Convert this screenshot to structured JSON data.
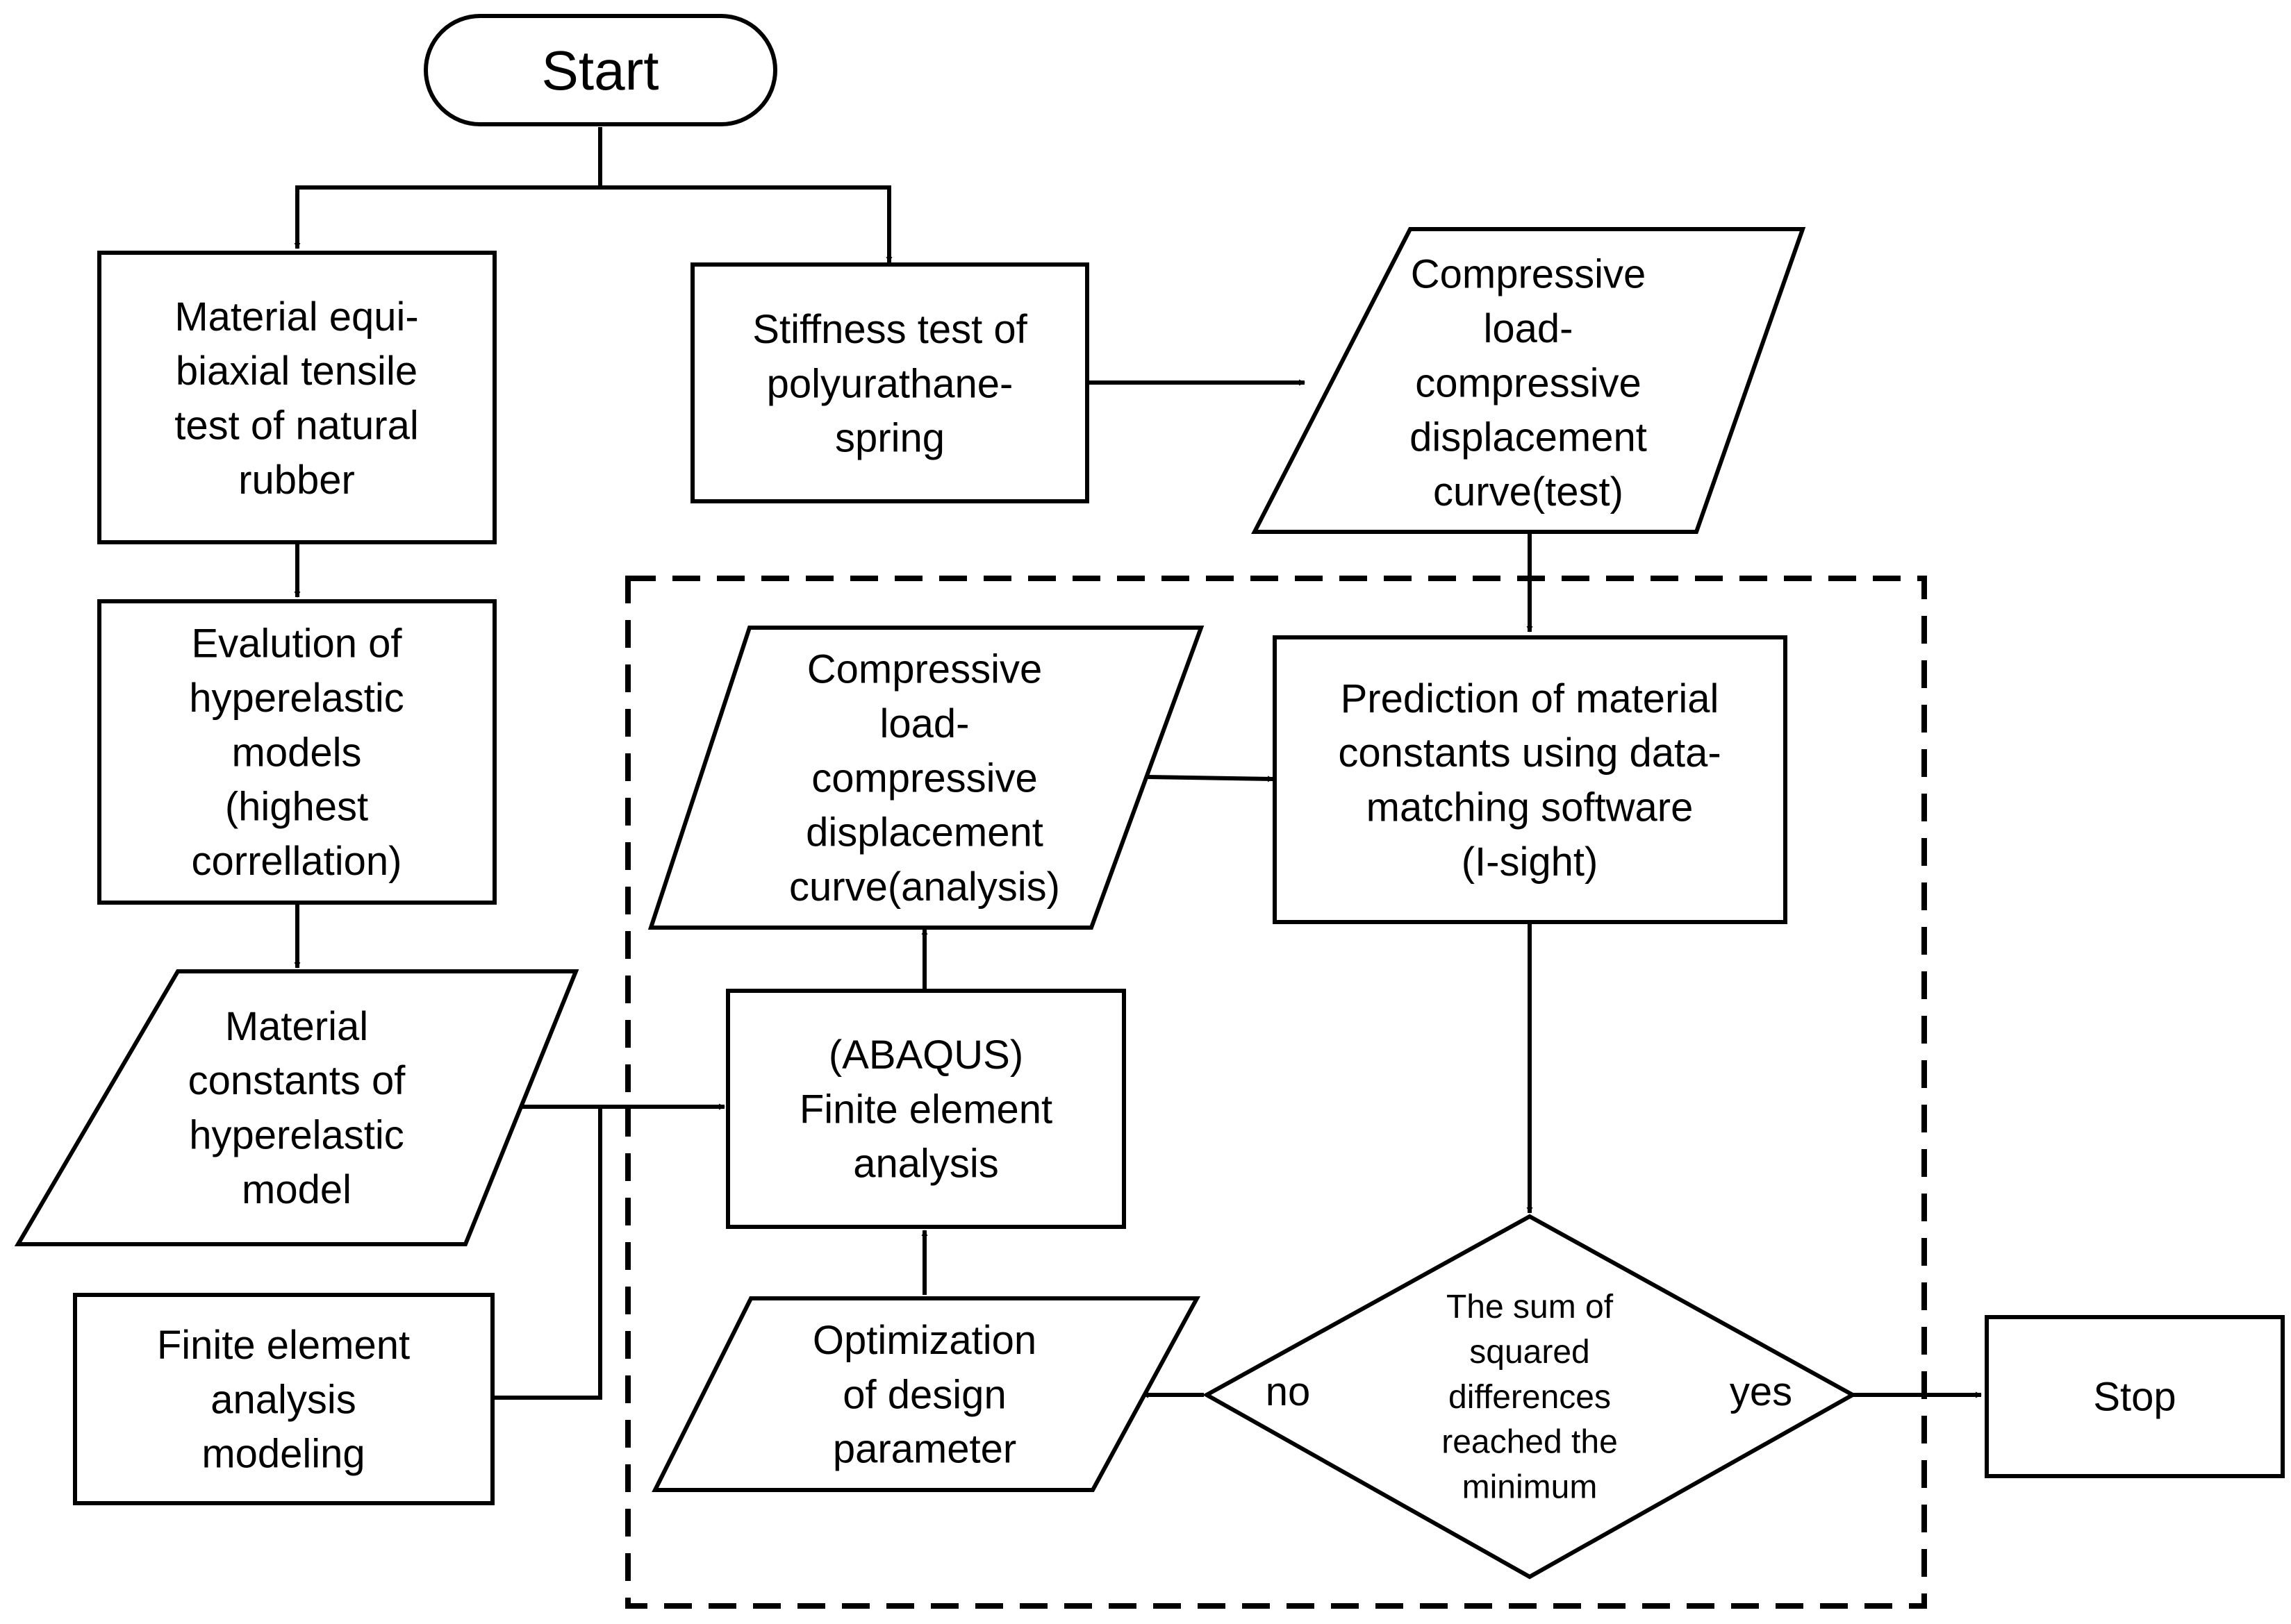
{
  "nodes": {
    "start": {
      "lines": [
        "Start"
      ]
    },
    "biaxial_test": {
      "lines": [
        "Material equi-",
        "biaxial tensile",
        "test of natural",
        "rubber"
      ]
    },
    "stiffness_test": {
      "lines": [
        "Stiffness test of",
        "polyurathane-",
        "spring"
      ]
    },
    "curve_test": {
      "lines": [
        "Compressive",
        "load-",
        "compressive",
        "displacement",
        "curve(test)"
      ]
    },
    "evaluation": {
      "lines": [
        "Evalution of",
        "hyperelastic",
        "models",
        "(highest",
        "correllation)"
      ]
    },
    "material_constants": {
      "lines": [
        "Material",
        "constants of",
        "hyperelastic",
        "model"
      ]
    },
    "fe_modeling": {
      "lines": [
        "Finite element",
        "analysis",
        "modeling"
      ]
    },
    "curve_analysis": {
      "lines": [
        "Compressive",
        "load-",
        "compressive",
        "displacement",
        "curve(analysis)"
      ]
    },
    "fe_analysis": {
      "lines": [
        "(ABAQUS)",
        "Finite element",
        "analysis"
      ]
    },
    "optimization": {
      "lines": [
        "Optimization",
        "of design",
        "parameter"
      ]
    },
    "prediction": {
      "lines": [
        "Prediction of material",
        "constants using data-",
        "matching software",
        "(I-sight)"
      ]
    },
    "decision": {
      "lines": [
        "The sum of",
        "squared",
        "differences",
        "reached the",
        "minimum"
      ]
    },
    "stop": {
      "lines": [
        "Stop"
      ]
    }
  },
  "edge_labels": {
    "no": "no",
    "yes": "yes"
  }
}
